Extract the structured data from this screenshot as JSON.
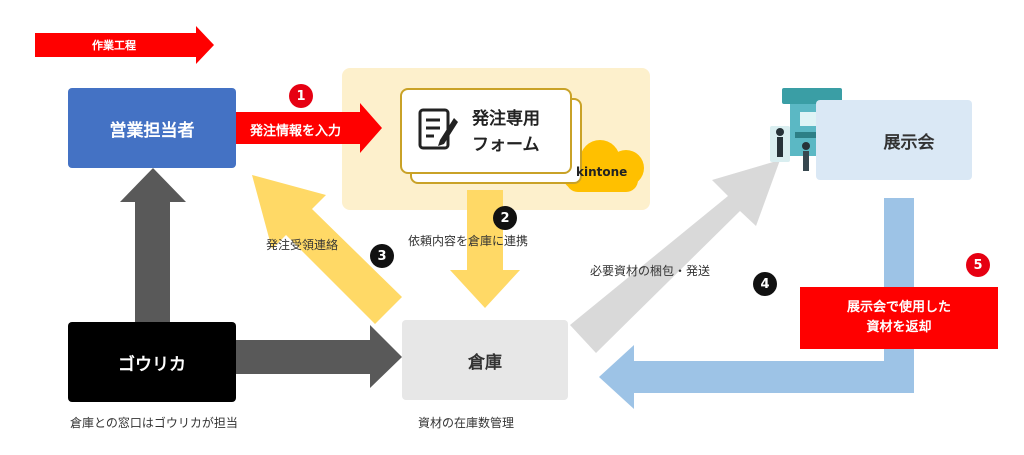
{
  "legend": {
    "label": "作業工程"
  },
  "nodes": {
    "sales": "営業担当者",
    "form_title": "発注専用",
    "form_title2": "フォーム",
    "kintone": "kintone",
    "exhibition": "展示会",
    "gourika": "ゴウリカ",
    "warehouse": "倉庫",
    "return_box_line1": "展示会で使用した",
    "return_box_line2": "資材を返却"
  },
  "arrows": {
    "order_input": "発注情報を入力",
    "link_request": "依頼内容を倉庫に連携",
    "receipt_notice": "発注受領連絡",
    "pack_ship": "必要資材の梱包・発送"
  },
  "captions": {
    "gourika_note": "倉庫との窓口はゴウリカが担当",
    "inventory": "資材の在庫数管理"
  },
  "steps": [
    "1",
    "2",
    "3",
    "4",
    "5"
  ],
  "colors": {
    "red": "#ff0000",
    "blue_box": "#4472c4",
    "yellow": "#ffd966",
    "yellow_bg": "#fdf0cc",
    "gray_arrow": "#d9d9d9",
    "dark_arrow": "#595959",
    "light_blue": "#9dc3e6",
    "exhibition_bg": "#dae8f5",
    "warehouse_bg": "#e7e7e7"
  }
}
